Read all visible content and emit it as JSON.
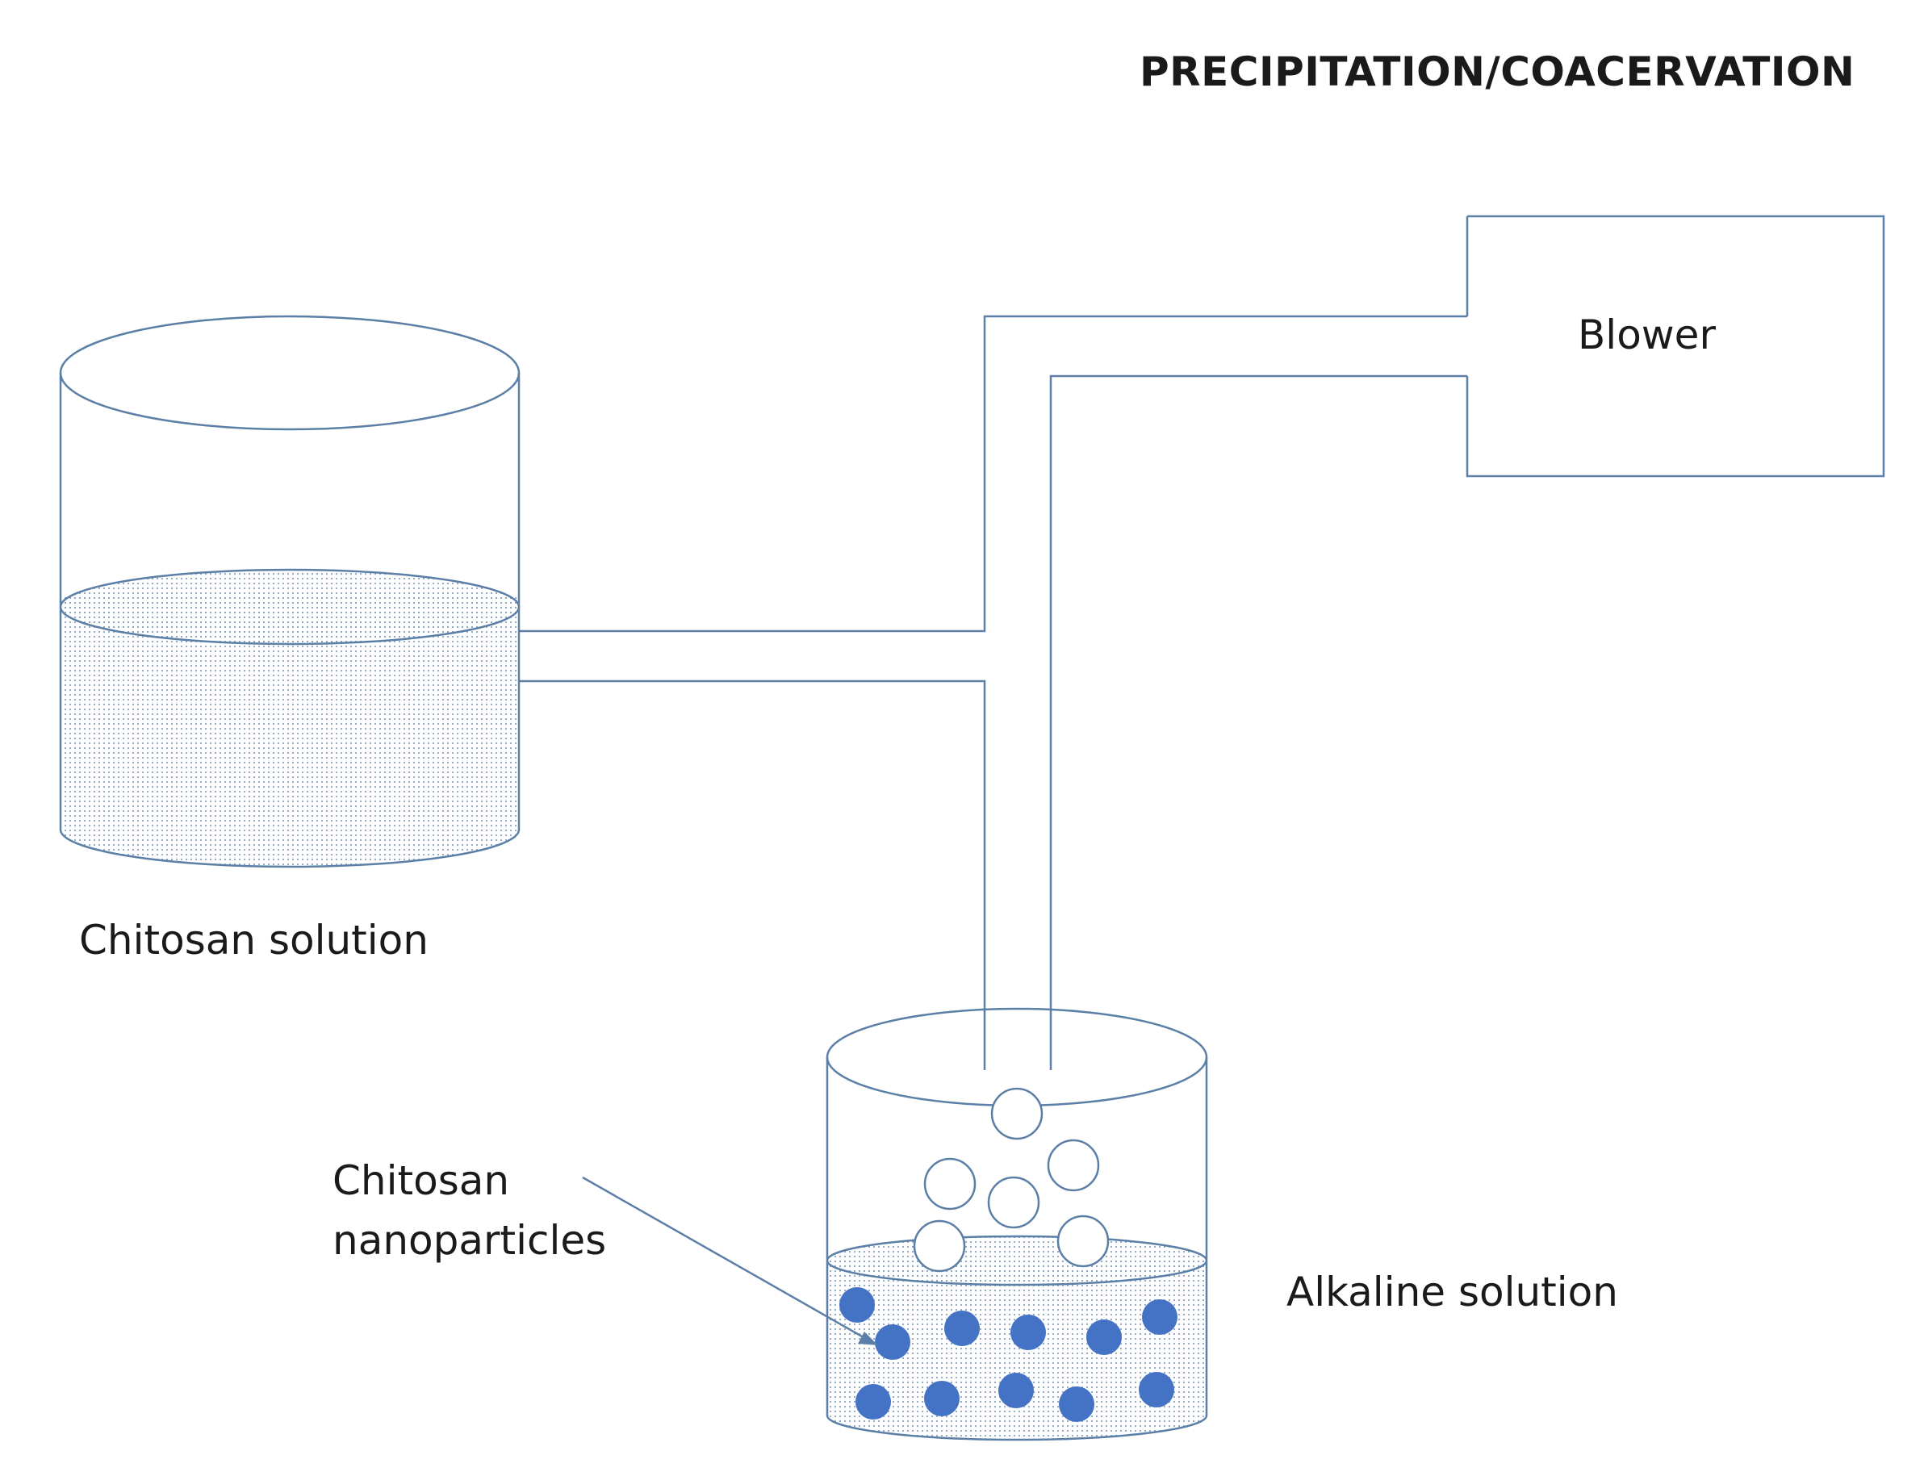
{
  "title": "PRECIPITATION/COACERVATION",
  "labels": {
    "blower": "Blower",
    "chitosan_solution": "Chitosan solution",
    "nanoparticles_line1": "Chitosan",
    "nanoparticles_line2": "nanoparticles",
    "alkaline_solution": "Alkaline solution"
  },
  "colors": {
    "line": "#5b7fa6",
    "liquid_dots": "#8aa2bd",
    "particle_fill": "#4472c4",
    "droplet_fill": "#ffffff"
  }
}
